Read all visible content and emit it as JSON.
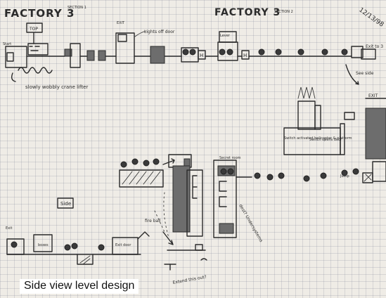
{
  "sections": {
    "left_title": "FACTORY 3",
    "left_section": "SECTION 1",
    "right_title": "FACTORY 3",
    "right_section": "SECTION 2"
  },
  "date": "12/13/98",
  "labels": {
    "top_left": "TOP",
    "start": "Start",
    "exit": "EXIT",
    "lights_off_door": "Lights off door",
    "lever": "Lever",
    "exit_to_3": "Exit to 3",
    "see_side": "See side",
    "slow_wobbly_crane_lifter": "slowly wobbly crane lifter",
    "side": "Side",
    "exit_left": "Exit",
    "boxes": "boxes",
    "exit_door": "Exit door",
    "fire_ball": "fire ball",
    "switch_activated_helicopter": "Switch activated helicopter & platform",
    "switch_opens_door": "Switch opens door",
    "secret_room": "Secret room",
    "dest_undersystems": "dest? Undersystems",
    "extend_this_out": "Extend this out?",
    "jump": "Jump",
    "exit_upper": "EXIT"
  },
  "caption": "Side view level design"
}
